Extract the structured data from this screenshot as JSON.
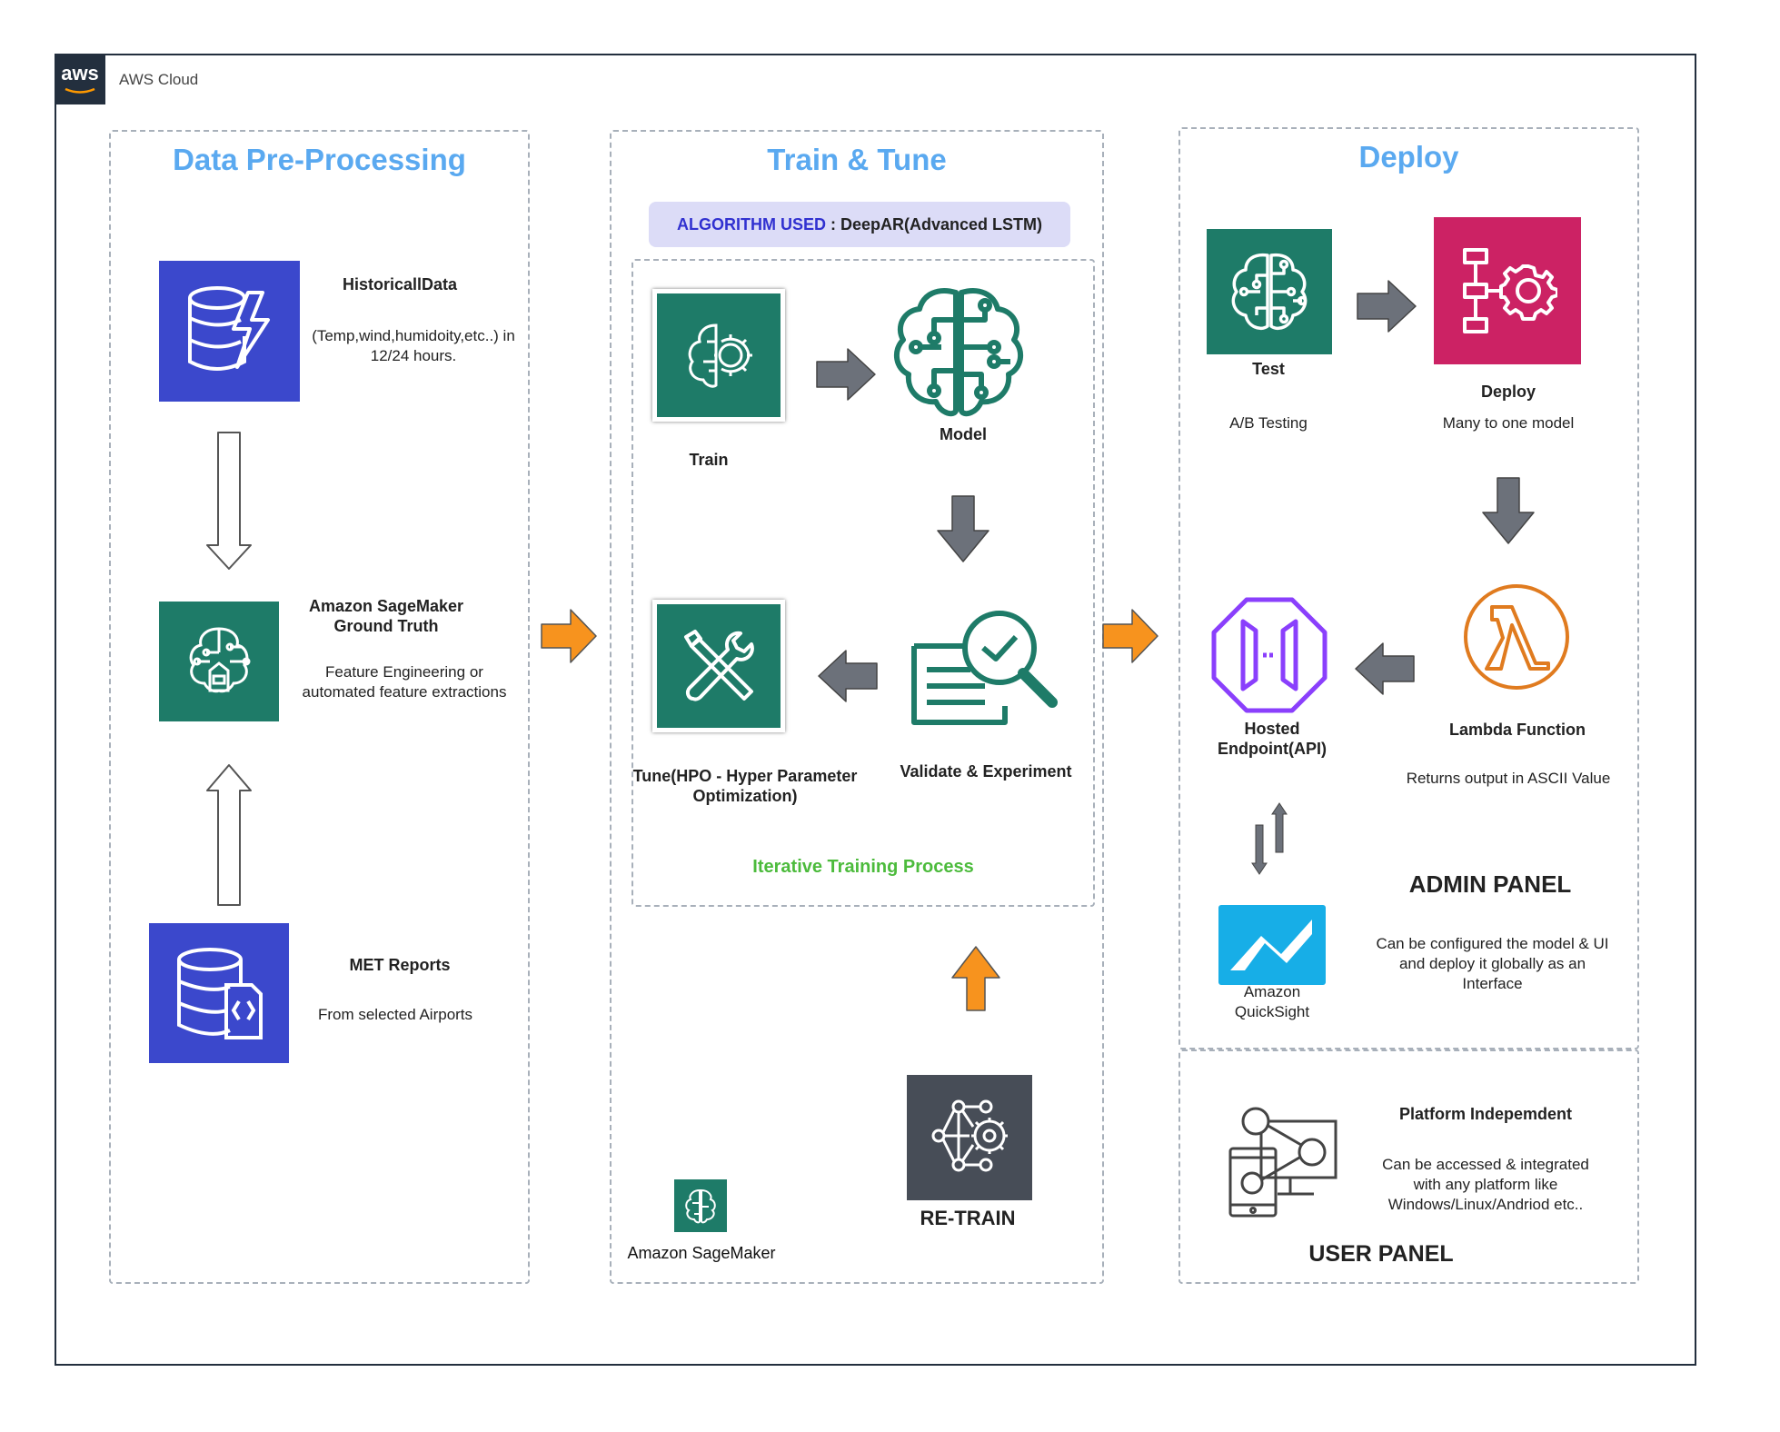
{
  "cloud": {
    "label": "AWS Cloud",
    "logo_text": "aws"
  },
  "sections": {
    "preprocessing": "Data Pre-Processing",
    "train": "Train & Tune",
    "deploy": "Deploy"
  },
  "algorithm": {
    "label": "ALGORITHM USED",
    "separator": " : ",
    "value": "DeepAR(Advanced LSTM)"
  },
  "preprocessing": {
    "historical": {
      "title": "HistoricallData",
      "desc": "(Temp,wind,humidoity,etc..) in 12/24 hours."
    },
    "groundtruth": {
      "title": "Amazon SageMaker Ground Truth",
      "desc": "Feature Engineering or automated feature extractions"
    },
    "met": {
      "title": "MET Reports",
      "desc": "From selected Airports"
    }
  },
  "train": {
    "train_label": "Train",
    "model_label": "Model",
    "tune_label": "Tune(HPO - Hyper Parameter Optimization)",
    "validate_label": "Validate & Experiment",
    "iterative_label": "Iterative Training Process",
    "retrain_label": "RE-TRAIN",
    "sagemaker_label": "Amazon SageMaker"
  },
  "deploy": {
    "test": {
      "title": "Test",
      "desc": "A/B Testing"
    },
    "deploy": {
      "title": "Deploy",
      "desc": "Many to one model"
    },
    "lambda": {
      "title": "Lambda Function",
      "desc": "Returns output  in ASCII Value"
    },
    "endpoint": {
      "title": "Hosted Endpoint(API)"
    },
    "quicksight": {
      "title": "Amazon QuickSight"
    },
    "admin": {
      "title": "ADMIN PANEL",
      "desc": "Can be configured the model & UI and deploy it globally as an Interface"
    },
    "platform": {
      "title": "Platform Indepemdent",
      "desc": "Can be accessed & integrated with any platform like Windows/Linux/Andriod etc.."
    },
    "user": {
      "title": "USER PANEL"
    }
  },
  "colors": {
    "section_title": "#5aa9f0",
    "sagemaker_green": "#1e7b68",
    "database_blue": "#3b48cc",
    "deploy_pink": "#cc2264",
    "lambda_orange": "#e07b1f",
    "endpoint_purple": "#8a3ffc",
    "retrain_dark": "#474d57",
    "arrow_orange": "#f7931e",
    "arrow_gray": "#6c717a",
    "iterative_green": "#4cbb3c",
    "algorithm_bg": "#dcdcf7",
    "algorithm_label": "#3131d0"
  }
}
